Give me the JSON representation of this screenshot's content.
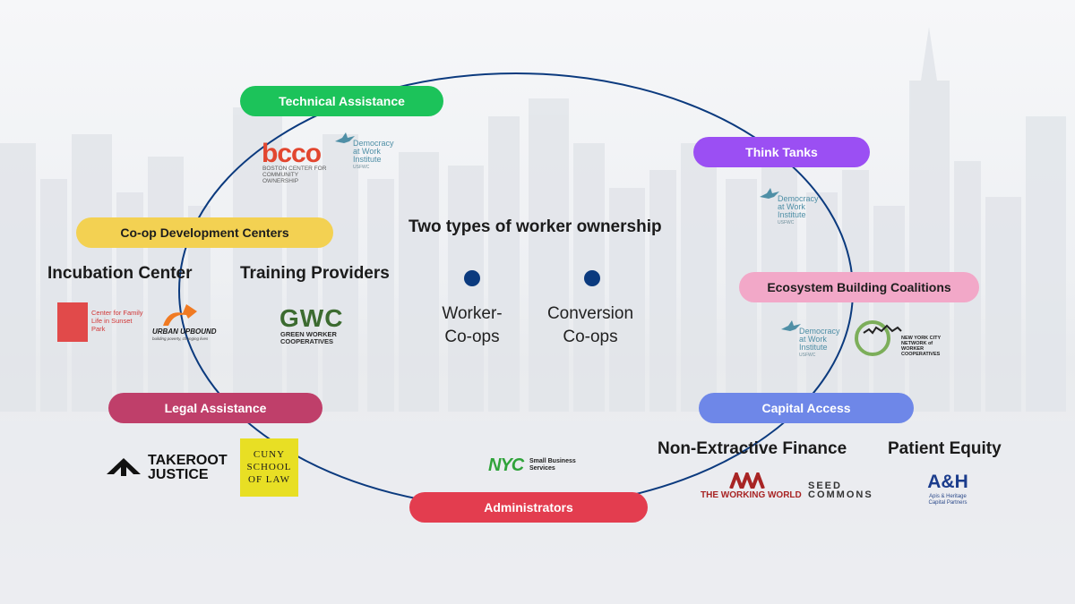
{
  "title": "Two types of worker ownership",
  "types": [
    {
      "label": "Worker-\nCo-ops"
    },
    {
      "label": "Conversion\nCo-ops"
    }
  ],
  "colors": {
    "cycle_line": "#0b3a7e",
    "technical_assistance": "#1cc35a",
    "think_tanks": "#9b4ff3",
    "coop_development_centers": "#f3d152",
    "ecosystem_building_coalitions": "#f2a8c8",
    "legal_assistance": "#bf3f6a",
    "capital_access": "#6e87e8",
    "administrators": "#e33d4f"
  },
  "categories": {
    "technical_assistance": {
      "label": "Technical Assistance",
      "logos": [
        {
          "name": "bcco",
          "text": "bcco",
          "subtext": "BOSTON CENTER FOR COMMUNITY OWNERSHIP"
        },
        {
          "name": "democracy-at-work",
          "text": "Democracy at Work Institute",
          "subtext": "USFWC"
        }
      ]
    },
    "think_tanks": {
      "label": "Think Tanks",
      "logos": [
        {
          "name": "democracy-at-work",
          "text": "Democracy at Work Institute",
          "subtext": "USFWC"
        }
      ]
    },
    "coop_development_centers": {
      "label": "Co-op Development Centers",
      "subgroups": [
        {
          "heading": "Incubation Center",
          "logos": [
            {
              "name": "center-for-family-life",
              "text": "Center for Family Life in Sunset Park"
            },
            {
              "name": "urban-upbound",
              "text": "URBAN UPBOUND",
              "subtext": "building poverty, changing lives"
            }
          ]
        },
        {
          "heading": "Training Providers",
          "logos": [
            {
              "name": "gwc",
              "text": "GWC",
              "subtext": "GREEN WORKER COOPERATIVES"
            }
          ]
        }
      ]
    },
    "ecosystem_building_coalitions": {
      "label": "Ecosystem Building Coalitions",
      "logos": [
        {
          "name": "democracy-at-work",
          "text": "Democracy at Work Institute",
          "subtext": "USFWC"
        },
        {
          "name": "nyc-network-worker-coops",
          "text": "NEW YORK CITY NETWORK of WORKER COOPERATIVES"
        }
      ]
    },
    "legal_assistance": {
      "label": "Legal Assistance",
      "logos": [
        {
          "name": "takeroot-justice",
          "text": "TAKEROOT JUSTICE"
        },
        {
          "name": "cuny-school-of-law",
          "text": "CUNY SCHOOL OF LAW"
        }
      ]
    },
    "capital_access": {
      "label": "Capital Access",
      "subgroups": [
        {
          "heading": "Non-Extractive Finance",
          "logos": [
            {
              "name": "the-working-world",
              "text": "THE WORKING WORLD"
            },
            {
              "name": "seed-commons",
              "text": "SEED COMMONS"
            }
          ]
        },
        {
          "heading": "Patient Equity",
          "logos": [
            {
              "name": "apis-heritage",
              "text": "A&H",
              "subtext": "Apis & Heritage Capital Partners"
            }
          ]
        }
      ]
    },
    "administrators": {
      "label": "Administrators",
      "logos": [
        {
          "name": "nyc-small-business-services",
          "text": "NYC",
          "subtext": "Small Business Services"
        }
      ]
    }
  }
}
